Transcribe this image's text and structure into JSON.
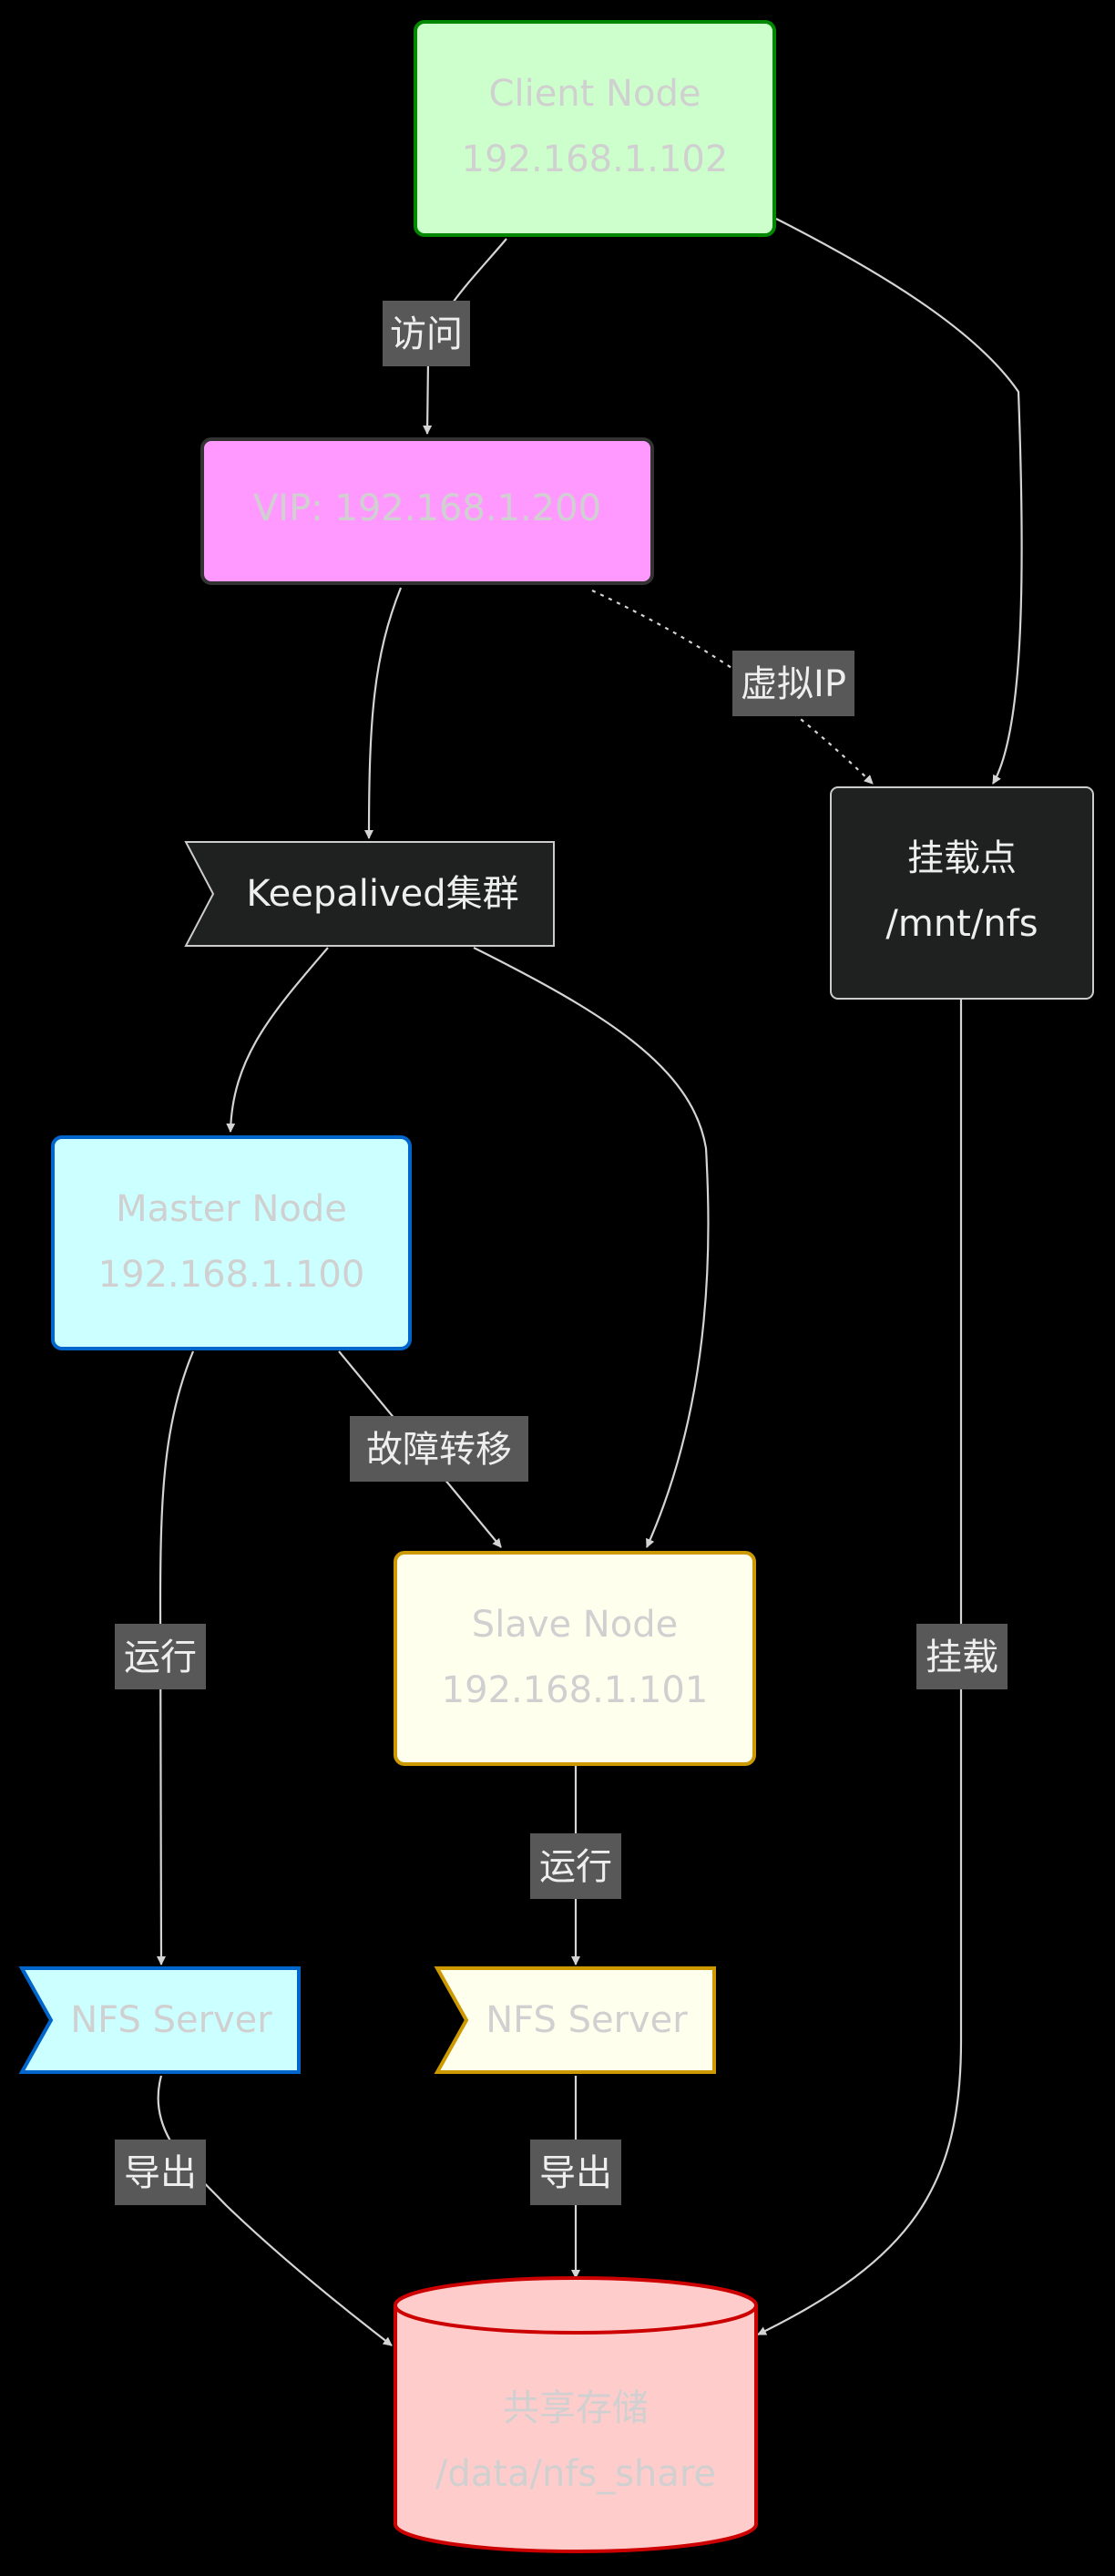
{
  "nodes": {
    "client": {
      "line1": "Client Node",
      "line2": "192.168.1.102"
    },
    "vip": {
      "line1": "VIP: 192.168.1.200"
    },
    "keepalived": {
      "line1": "Keepalived集群"
    },
    "mount": {
      "line1": "挂载点",
      "line2": "/mnt/nfs"
    },
    "master": {
      "line1": "Master Node",
      "line2": "192.168.1.100"
    },
    "slave": {
      "line1": "Slave Node",
      "line2": "192.168.1.101"
    },
    "nfs_master": {
      "line1": "NFS Server"
    },
    "nfs_slave": {
      "line1": "NFS Server"
    },
    "storage": {
      "line1": "共享存储",
      "line2": "/data/nfs_share"
    }
  },
  "edges": {
    "access": "访问",
    "virtual_ip": "虚拟IP",
    "failover": "故障转移",
    "run_master": "运行",
    "run_slave": "运行",
    "mount": "挂载",
    "export_master": "导出",
    "export_slave": "导出"
  },
  "colors": {
    "background": "#000000",
    "client_fill": "#ccffcc",
    "client_stroke": "#008800",
    "vip_fill": "#ff99ff",
    "vip_stroke": "#333333",
    "keepalived_fill": "#1f2020",
    "keepalived_stroke": "#cccccc",
    "mount_fill": "#1f2020",
    "mount_stroke": "#cccccc",
    "master_fill": "#ccffff",
    "master_stroke": "#0066cc",
    "slave_fill": "#ffffee",
    "slave_stroke": "#cc9900",
    "storage_fill": "#ffcccc",
    "storage_stroke": "#cc0000",
    "faint_text": "#d0d0d0",
    "edge": "#d4d4d4",
    "edge_label_bg": "#585858"
  }
}
